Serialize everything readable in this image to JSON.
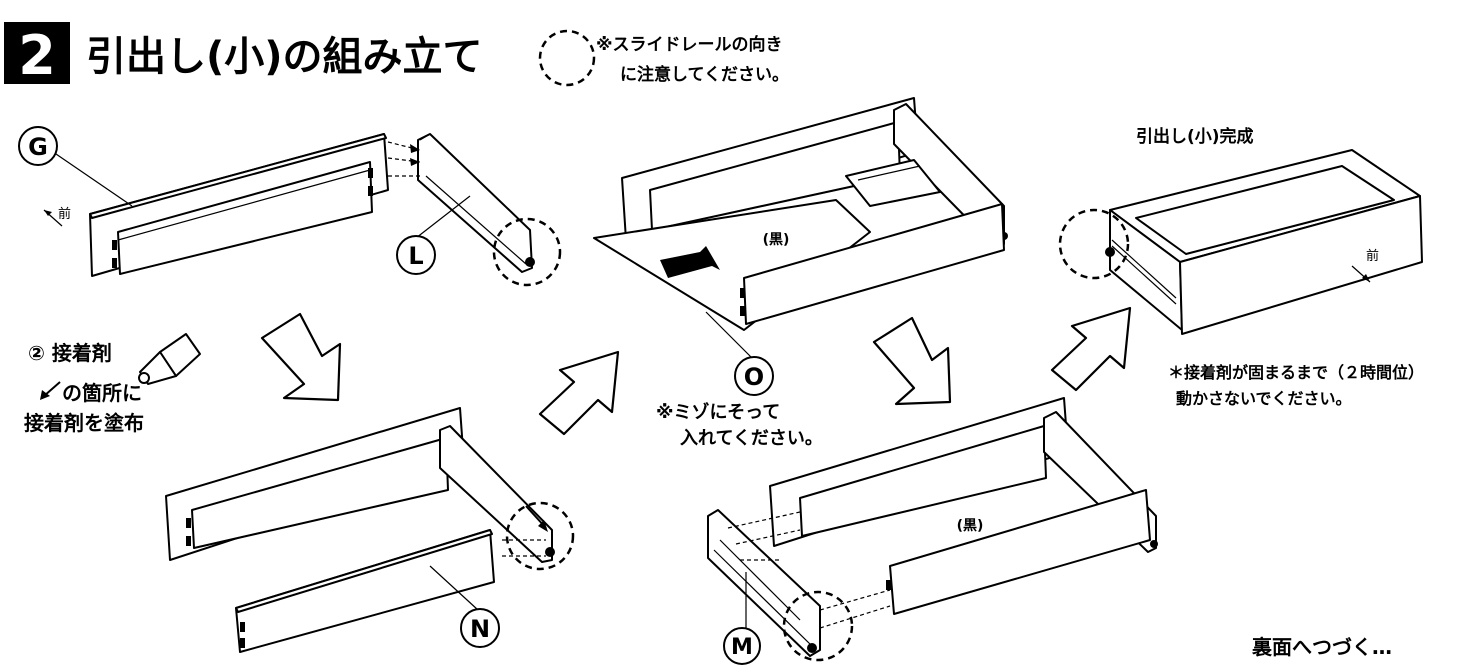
{
  "header": {
    "step_number": "2",
    "title": "引出し(小)の組み立て",
    "note_line1": "※スライドレールの向き",
    "note_line2": "に注意してください。"
  },
  "parts": {
    "G": "G",
    "L": "L",
    "N": "N",
    "O": "O",
    "M": "M"
  },
  "labels": {
    "front_left": "前",
    "front_right": "前",
    "black_upper": "(黒)",
    "black_lower": "(黒)",
    "complete": "引出し(小)完成"
  },
  "glue": {
    "line1": "② 接着剤",
    "line2": "の箇所に",
    "line3": "接着剤を塗布"
  },
  "groove_note": {
    "line1": "※ミゾにそって",
    "line2": "入れてください。"
  },
  "dry_note": {
    "line1": "＊接着剤が固まるまで（２時間位）",
    "line2": "動かさないでください。"
  },
  "footer": {
    "continue": "裏面へつづく…"
  }
}
